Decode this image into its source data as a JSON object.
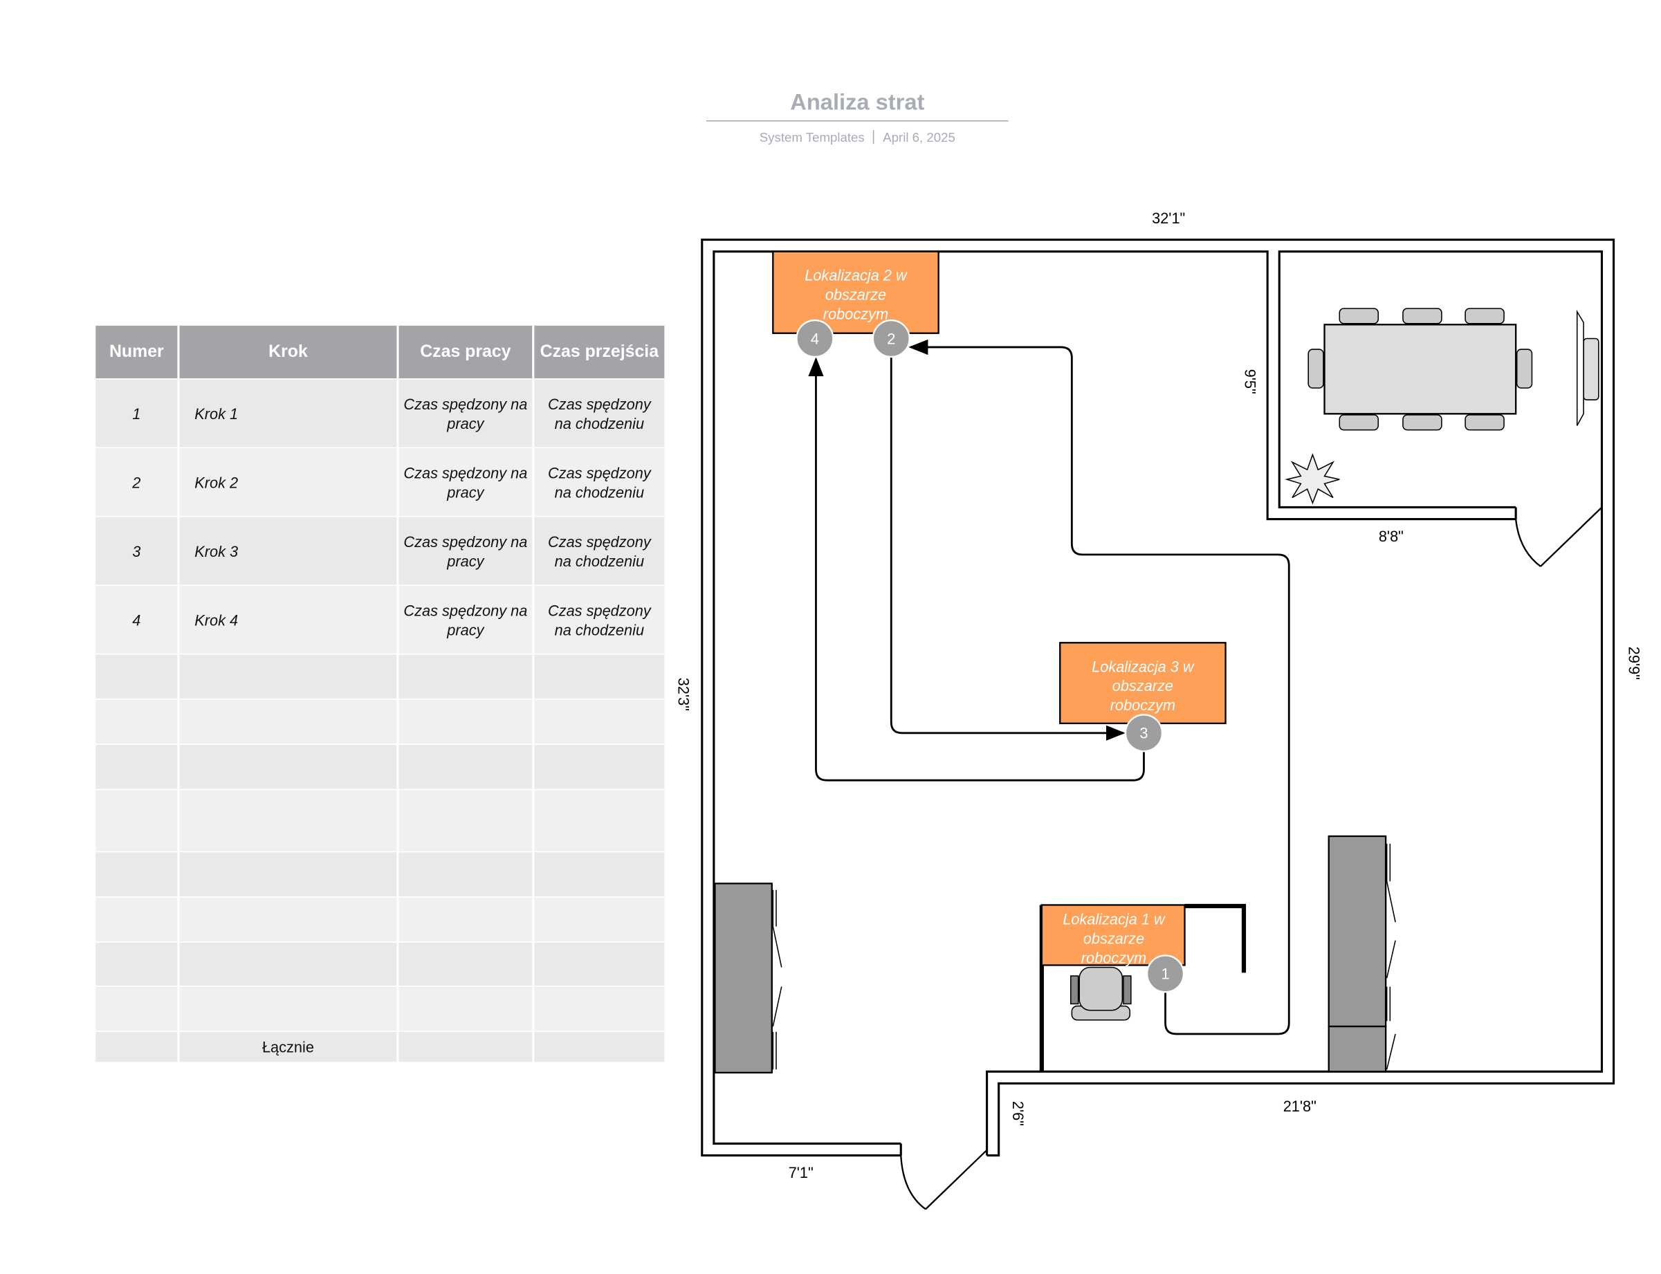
{
  "header": {
    "title": "Analiza strat",
    "source": "System Templates",
    "date": "April 6, 2025"
  },
  "table": {
    "columns": [
      "Numer",
      "Krok",
      "Czas pracy",
      "Czas przejścia"
    ],
    "rows": [
      {
        "numer": "1",
        "krok": "Krok 1",
        "czas_pracy": "Czas spędzony na pracy",
        "czas_przejscia": "Czas spędzony na chodzeniu"
      },
      {
        "numer": "2",
        "krok": "Krok 2",
        "czas_pracy": "Czas spędzony na pracy",
        "czas_przejscia": "Czas spędzony na chodzeniu"
      },
      {
        "numer": "3",
        "krok": "Krok 3",
        "czas_pracy": "Czas spędzony na pracy",
        "czas_przejscia": "Czas spędzony na chodzeniu"
      },
      {
        "numer": "4",
        "krok": "Krok 4",
        "czas_pracy": "Czas spędzony na pracy",
        "czas_przejscia": "Czas spędzony na chodzeniu"
      }
    ],
    "total_label": "Łącznie"
  },
  "floorplan": {
    "dimensions": {
      "top": "32'1\"",
      "conf_height": "9'5\"",
      "conf_width": "8'8\"",
      "right": "29'9\"",
      "left": "32'3\"",
      "bottom_right": "21'8\"",
      "door_gap": "2'6\"",
      "bottom_left": "7'1\""
    },
    "locations": {
      "loc1": [
        "Lokalizacja 1 w",
        "obszarze",
        "roboczym"
      ],
      "loc2": [
        "Lokalizacja 2 w",
        "obszarze",
        "roboczym"
      ],
      "loc3": [
        "Lokalizacja 3 w",
        "obszarze",
        "roboczym"
      ]
    },
    "markers": [
      "1",
      "2",
      "3",
      "4"
    ],
    "colors": {
      "location": "#fea057",
      "marker": "#9e9e9e",
      "furniture": "#999999"
    }
  }
}
